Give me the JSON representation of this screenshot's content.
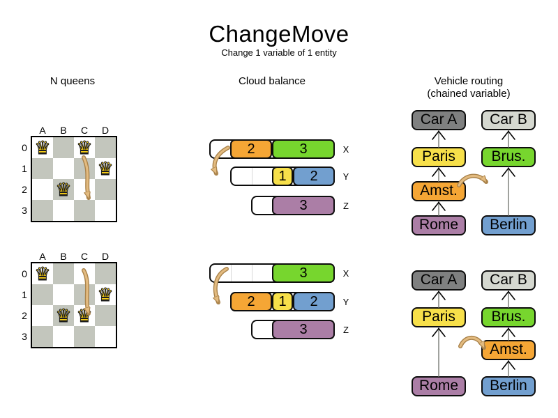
{
  "title": "ChangeMove",
  "subtitle": "Change 1 variable of 1 entity",
  "icons": {
    "queen": "♛"
  },
  "colors": {
    "board_gray": "#c3c6bd",
    "orange": "#f5a635",
    "green": "#77d62e",
    "yellow": "#f7e04a",
    "blue": "#729fcf",
    "purple": "#ab7ea6",
    "car_a_gray": "#7f8080",
    "car_b_gray": "#d5d8d0",
    "move_arrow_fill": "#e3bb80",
    "move_arrow_outline": "#a9824a",
    "chain_line_gray": "#888a85"
  },
  "nqueens": {
    "label": "N queens",
    "column_labels": [
      "A",
      "B",
      "C",
      "D"
    ],
    "row_labels": [
      "0",
      "1",
      "2",
      "3"
    ],
    "before": {
      "queens": [
        {
          "cell": "A0"
        },
        {
          "cell": "C0"
        },
        {
          "cell": "D1"
        },
        {
          "cell": "B2"
        }
      ],
      "move": {
        "from": "C0",
        "to": "C2"
      }
    },
    "after": {
      "queens": [
        {
          "cell": "A0"
        },
        {
          "cell": "D1"
        },
        {
          "cell": "B2"
        },
        {
          "cell": "C2"
        }
      ],
      "move": {
        "from": "C0",
        "to": "C2"
      }
    }
  },
  "cloud": {
    "label": "Cloud balance",
    "before": {
      "rows": [
        {
          "label": "X",
          "free_units": 1,
          "segments": [
            {
              "value": 2,
              "color": "orange"
            },
            {
              "value": 3,
              "color": "green"
            }
          ]
        },
        {
          "label": "Y",
          "free_units": 2,
          "segments": [
            {
              "value": 1,
              "color": "yellow"
            },
            {
              "value": 2,
              "color": "blue"
            }
          ]
        },
        {
          "label": "Z",
          "free_units": 1,
          "segments": [
            {
              "value": 3,
              "color": "purple"
            }
          ]
        }
      ],
      "move": {
        "process_value": 2,
        "from": "X",
        "to": "Y"
      }
    },
    "after": {
      "rows": [
        {
          "label": "X",
          "free_units": 3,
          "segments": [
            {
              "value": 3,
              "color": "green"
            }
          ]
        },
        {
          "label": "Y",
          "free_units": 0,
          "segments": [
            {
              "value": 2,
              "color": "orange"
            },
            {
              "value": 1,
              "color": "yellow"
            },
            {
              "value": 2,
              "color": "blue"
            }
          ]
        },
        {
          "label": "Z",
          "free_units": 1,
          "segments": [
            {
              "value": 3,
              "color": "purple"
            }
          ]
        }
      ],
      "move": {
        "process_value": 2,
        "from": "X",
        "to": "Y"
      }
    }
  },
  "vehicle": {
    "label": "Vehicle routing",
    "sublabel": "(chained variable)",
    "before": {
      "chains": [
        [
          "Car A",
          "Paris",
          "Amst.",
          "Rome"
        ],
        [
          "Car B",
          "Brus.",
          "Berlin"
        ]
      ],
      "move": {
        "city": "Amst.",
        "from": "Car A chain",
        "to": "Car B chain"
      }
    },
    "after": {
      "chains": [
        [
          "Car A",
          "Paris",
          "Rome"
        ],
        [
          "Car B",
          "Brus.",
          "Amst.",
          "Berlin"
        ]
      ],
      "move": {
        "city": "Amst.",
        "from": "Car A chain",
        "to": "Car B chain"
      }
    }
  }
}
